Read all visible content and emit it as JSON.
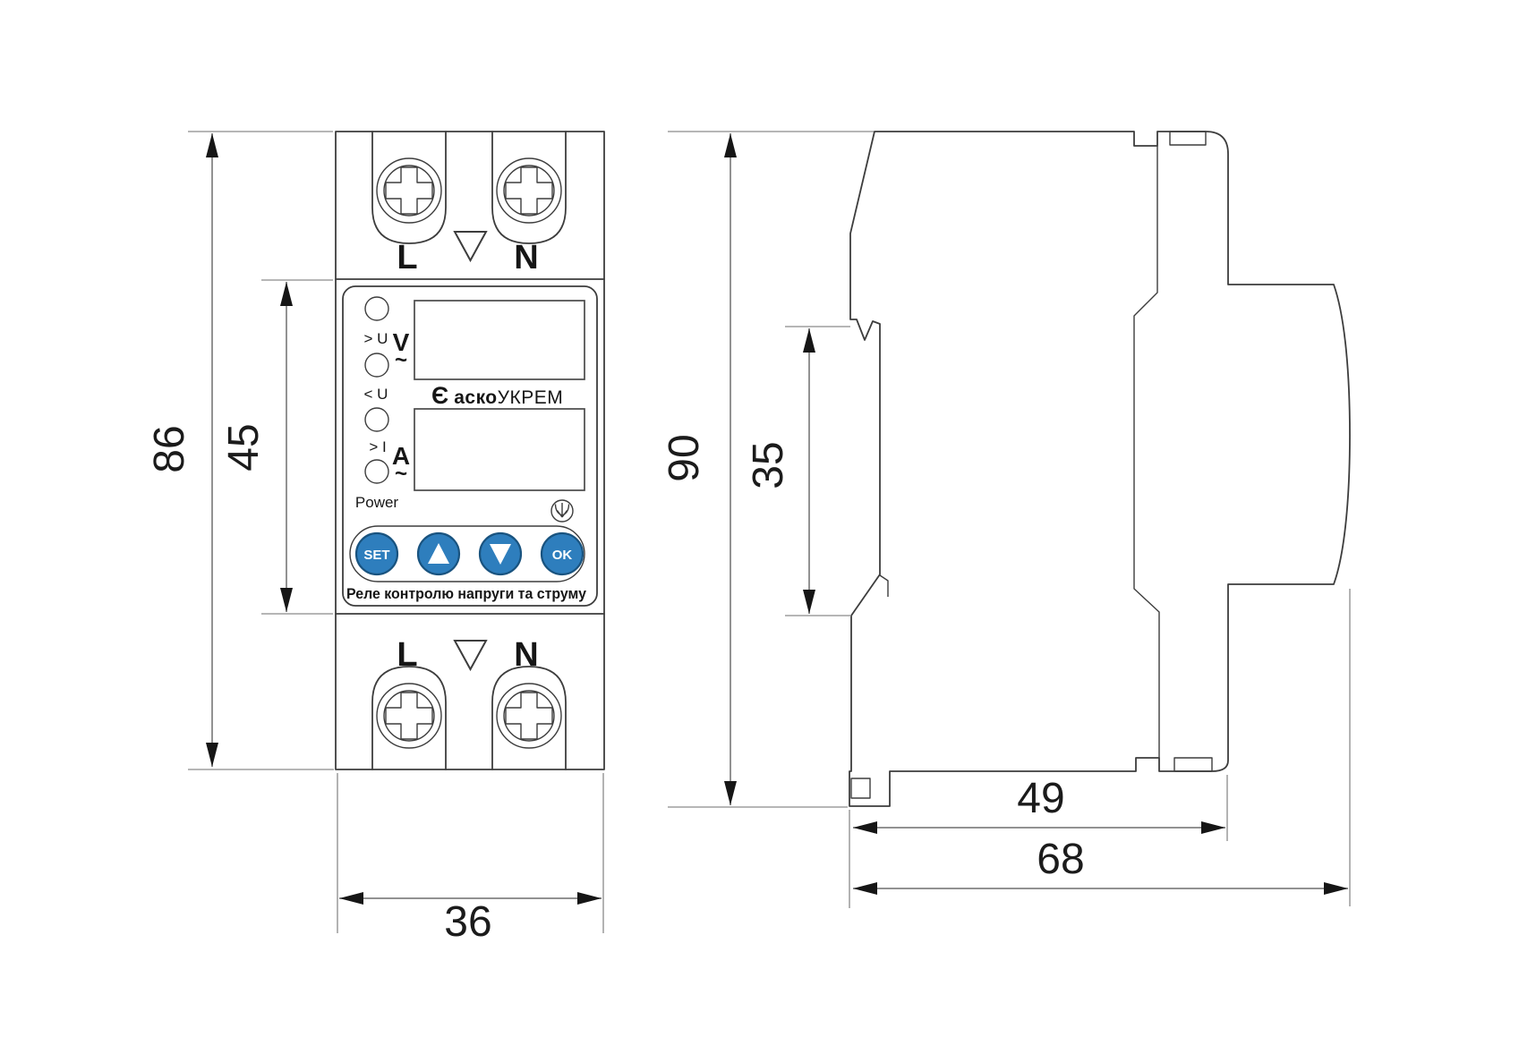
{
  "colors": {
    "background": "#ffffff",
    "outline": "#3d3d3d",
    "dimension_line": "#6e6e6e",
    "dimension_text": "#1b1b1b",
    "button_fill": "#2e7ebd",
    "button_stroke": "#19537f",
    "button_text": "#ffffff"
  },
  "front_view": {
    "terminals_top": {
      "left": "L",
      "right": "N"
    },
    "terminals_bottom": {
      "left": "L",
      "right": "N"
    },
    "panel": {
      "led_labels": [
        "> U",
        "< U",
        "> I",
        "Power"
      ],
      "voltmeter_unit": "V",
      "voltmeter_ac": "~",
      "ammeter_unit": "A",
      "ammeter_ac": "~",
      "brand": {
        "mark": "Є",
        "name_bold": "аско",
        "name_light": "УКРЕМ"
      },
      "buttons": {
        "set": "SET",
        "up_icon": "triangle-up",
        "down_icon": "triangle-down",
        "ok": "OK"
      },
      "caption": "Реле контролю напруги та струму"
    }
  },
  "dimensions_mm": {
    "front_total_height": "86",
    "front_module_height": "45",
    "front_width": "36",
    "side_total_height": "90",
    "side_din_recess": "35",
    "side_depth_to_terminals": "49",
    "side_depth_total": "68"
  }
}
